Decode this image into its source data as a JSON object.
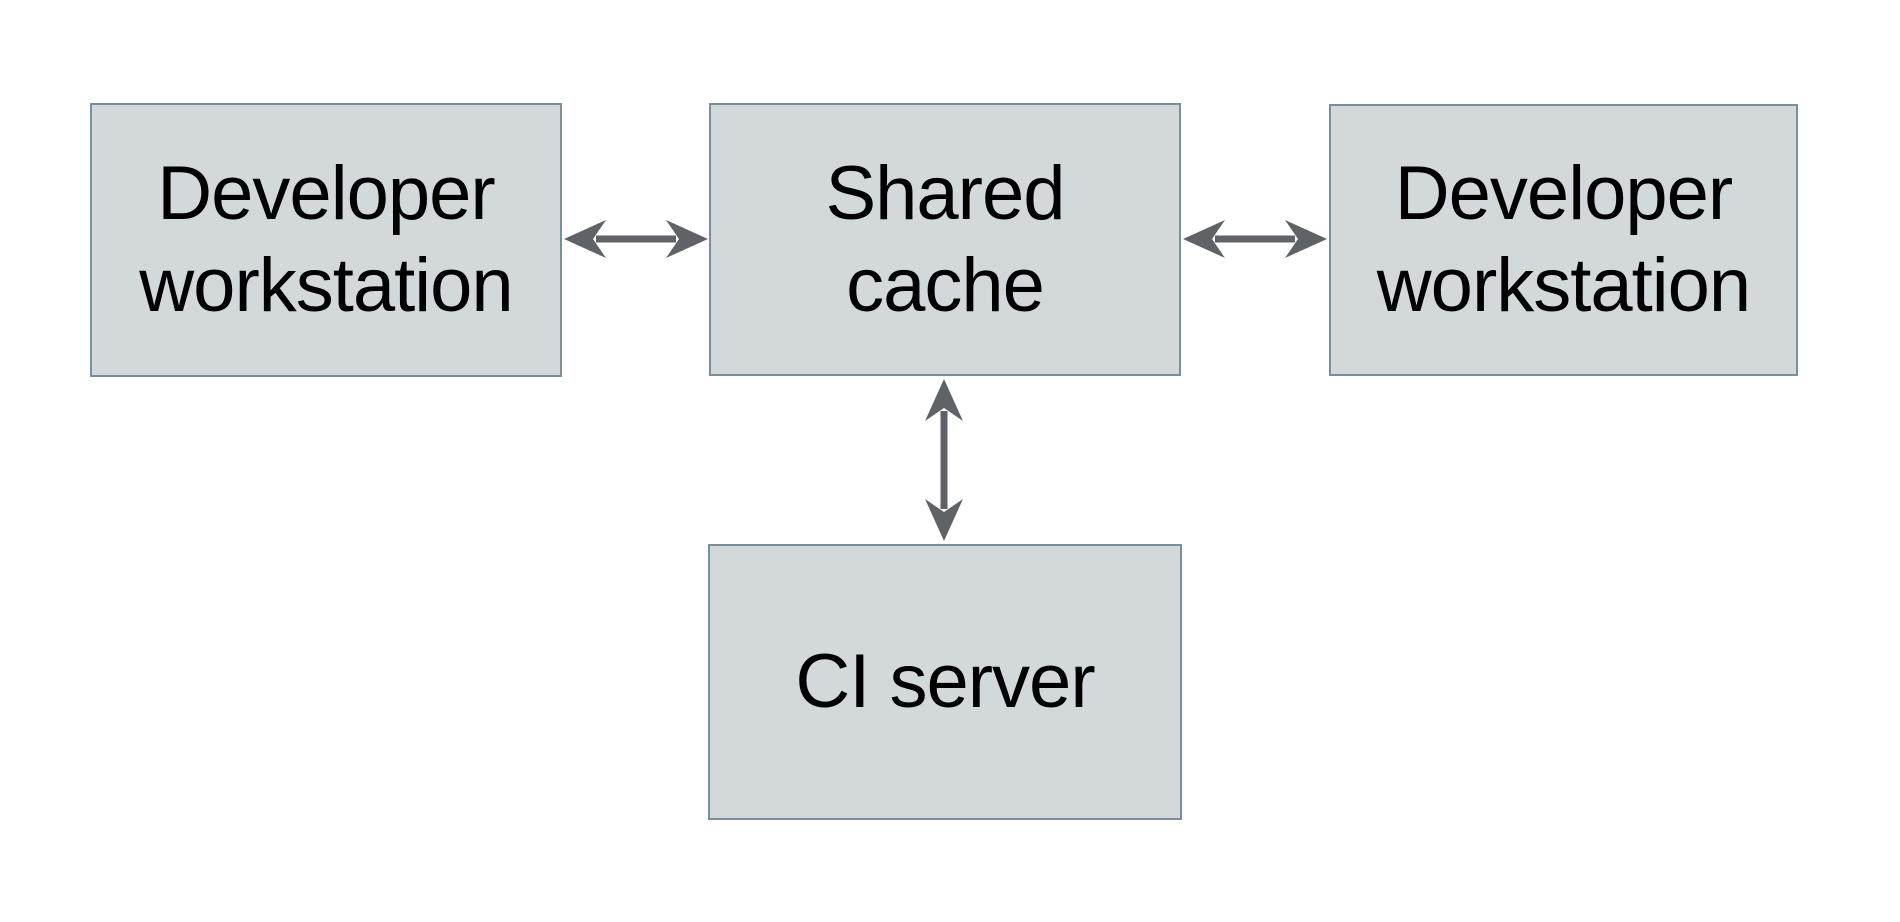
{
  "diagram": {
    "background_color": "#ffffff",
    "node_fill_color": "#d3d9db",
    "node_border_color": "#7a8f9a",
    "arrow_color": "#5f6368",
    "text_color": "#000000",
    "nodes": [
      {
        "id": "developer-workstation-left",
        "label": "Developer workstation",
        "lines": [
          "Developer",
          "workstation"
        ]
      },
      {
        "id": "shared-cache",
        "label": "Shared cache",
        "lines": [
          "Shared",
          "cache"
        ]
      },
      {
        "id": "developer-workstation-right",
        "label": "Developer workstation",
        "lines": [
          "Developer",
          "workstation"
        ]
      },
      {
        "id": "ci-server",
        "label": "CI server",
        "lines": [
          "CI server"
        ]
      }
    ],
    "edges": [
      {
        "from": "developer-workstation-left",
        "to": "shared-cache",
        "direction": "bidirectional"
      },
      {
        "from": "shared-cache",
        "to": "developer-workstation-right",
        "direction": "bidirectional"
      },
      {
        "from": "shared-cache",
        "to": "ci-server",
        "direction": "bidirectional"
      }
    ]
  }
}
